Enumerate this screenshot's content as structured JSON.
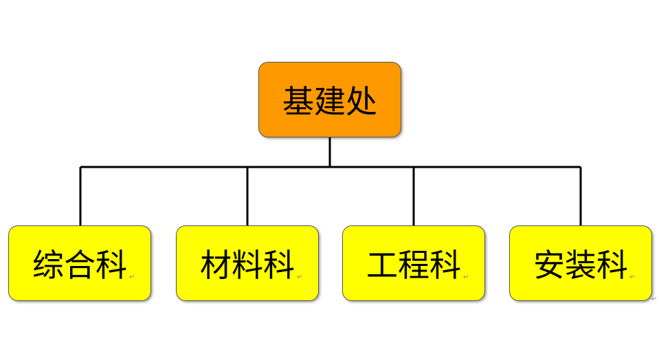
{
  "root": {
    "label": "基建处",
    "fill": "#ff9900"
  },
  "children": [
    {
      "label": "综合科",
      "fill": "#ffff00"
    },
    {
      "label": "材料科",
      "fill": "#ffff00"
    },
    {
      "label": "工程科",
      "fill": "#ffff00"
    },
    {
      "label": "安装科",
      "fill": "#ffff00"
    }
  ],
  "connector_color": "#000000",
  "paragraph_mark": "↵"
}
